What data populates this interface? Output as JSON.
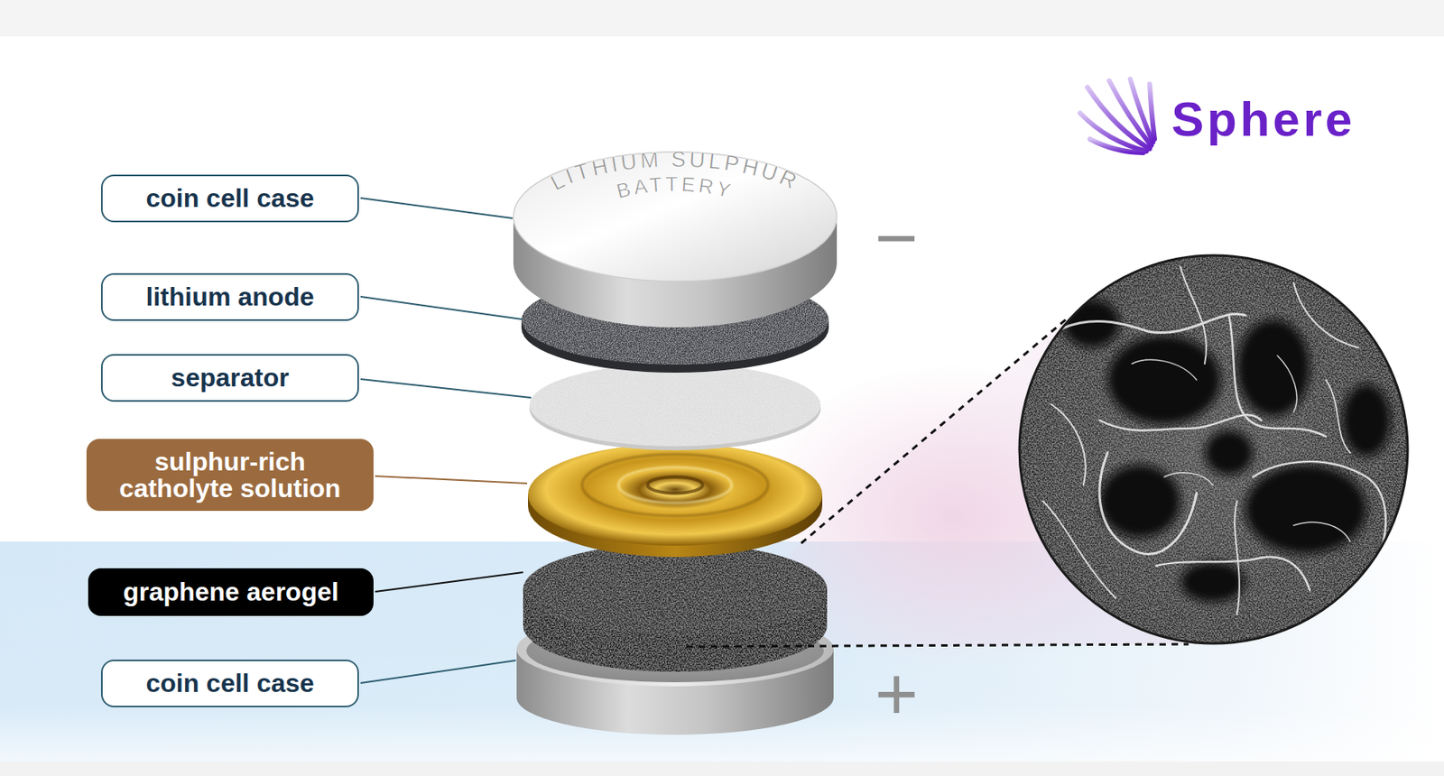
{
  "diagram": {
    "nodes": [
      {
        "text": [
          "coin cell case"
        ]
      },
      {
        "text": [
          "lithium anode"
        ]
      },
      {
        "text": [
          "separator"
        ]
      },
      {
        "text": [
          "sulphur-rich catholyte solution"
        ]
      },
      {
        "text": [
          "graphene aerogel"
        ]
      },
      {
        "text": [
          "coin cell case"
        ]
      }
    ],
    "labels": [
      "LITHIUM SULPHUR",
      "BATTERY",
      "Sphere",
      "−",
      "+"
    ]
  }
}
